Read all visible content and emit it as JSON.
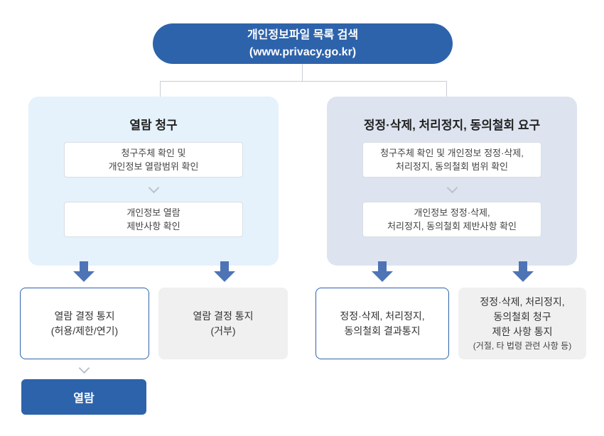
{
  "header": {
    "line1": "개인정보파일 목록 검색",
    "line2": "(www.privacy.go.kr)"
  },
  "left_panel": {
    "title": "열람 청구",
    "step1": {
      "line1": "청구주체 확인 및",
      "line2": "개인정보 열람범위 확인"
    },
    "step2": {
      "line1": "개인정보 열람",
      "line2": "제반사항 확인"
    }
  },
  "right_panel": {
    "title": "정정·삭제, 처리정지, 동의철회 요구",
    "step1": {
      "line1": "청구주체 확인 및 개인정보 정정·삭제,",
      "line2": "처리정지, 동의철회 범위 확인"
    },
    "step2": {
      "line1": "개인정보 정정·삭제,",
      "line2": "처리정지, 동의철회 제반사항 확인"
    }
  },
  "results": {
    "access_decision": {
      "line1": "열람 결정 통지",
      "line2": "(허용/제한/연기)"
    },
    "access_denied": {
      "line1": "열람 결정 통지",
      "line2": "(거부)"
    },
    "correction_result": {
      "line1": "정정·삭제, 처리정지,",
      "line2": "동의철회 결과통지"
    },
    "correction_restricted": {
      "line1": "정정·삭제, 처리정지,",
      "line2": "동의철회 청구",
      "line3": "제한 사항 통지",
      "line4": "(거절, 타 법령 관련 사항 등)"
    }
  },
  "final": {
    "label": "열람"
  },
  "colors": {
    "primary_blue": "#2d63ab",
    "arrow_blue": "#4e74b6",
    "panel_left_bg": "#e5f1fb",
    "panel_right_bg": "#dde4f0",
    "gray_box_bg": "#f0f0f1",
    "line_gray": "#c9cdd3",
    "chevron_gray": "#b9c2cc"
  }
}
